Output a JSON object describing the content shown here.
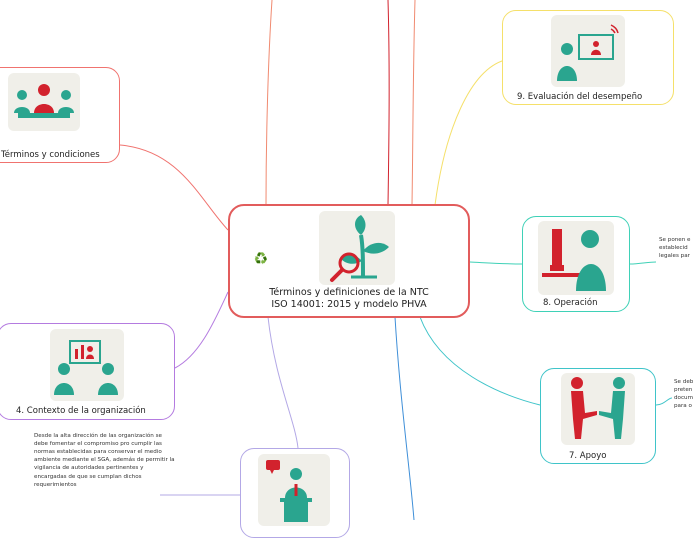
{
  "central": {
    "title_line1": "Términos y definiciones de la NTC",
    "title_line2": "ISO 14001: 2015 y modelo PHVA",
    "emoji": "♻️"
  },
  "nodes": {
    "terminos": {
      "label": "Términos y condiciones",
      "color": "#f0736f"
    },
    "contexto": {
      "label": "4.     Contexto de la organización",
      "color": "#b47be0"
    },
    "liderazgo": {
      "color": "#b3a8e6"
    },
    "evaluacion": {
      "label": "9.     Evaluación del desempeño",
      "color": "#f5e06a"
    },
    "operacion": {
      "label": "8.     Operación",
      "color": "#3fd1b7"
    },
    "apoyo": {
      "label": "7.     Apoyo",
      "color": "#3fc4c9"
    }
  },
  "notes": {
    "liderazgo": [
      "Desde la alta dirección de las organización se",
      "debe fomentar el compromiso pro cumplir las",
      "normas establecidas para conservar el medio",
      "ambiente mediante el SGA, además de permitir la",
      "vigilancia de autoridades pertinentes y",
      "encargadas de que se cumplan dichos",
      "requerimientos"
    ],
    "operacion": [
      "Se ponen e",
      "establecid",
      "legales par"
    ],
    "apoyo": [
      "Se deb",
      "preten",
      "docum",
      "para o"
    ]
  },
  "colors": {
    "central_border": "#e25c5c",
    "icon_teal": "#2aa58f",
    "icon_red": "#d2222d",
    "icon_bg": "#f0efe9"
  },
  "icons": {
    "central": "magnifier-plant-icon",
    "terminos": "meeting-icon",
    "contexto": "presentation-icon",
    "liderazgo": "speaker-podium-icon",
    "evaluacion": "video-call-icon",
    "operacion": "computer-user-icon",
    "apoyo": "handshake-icon"
  }
}
